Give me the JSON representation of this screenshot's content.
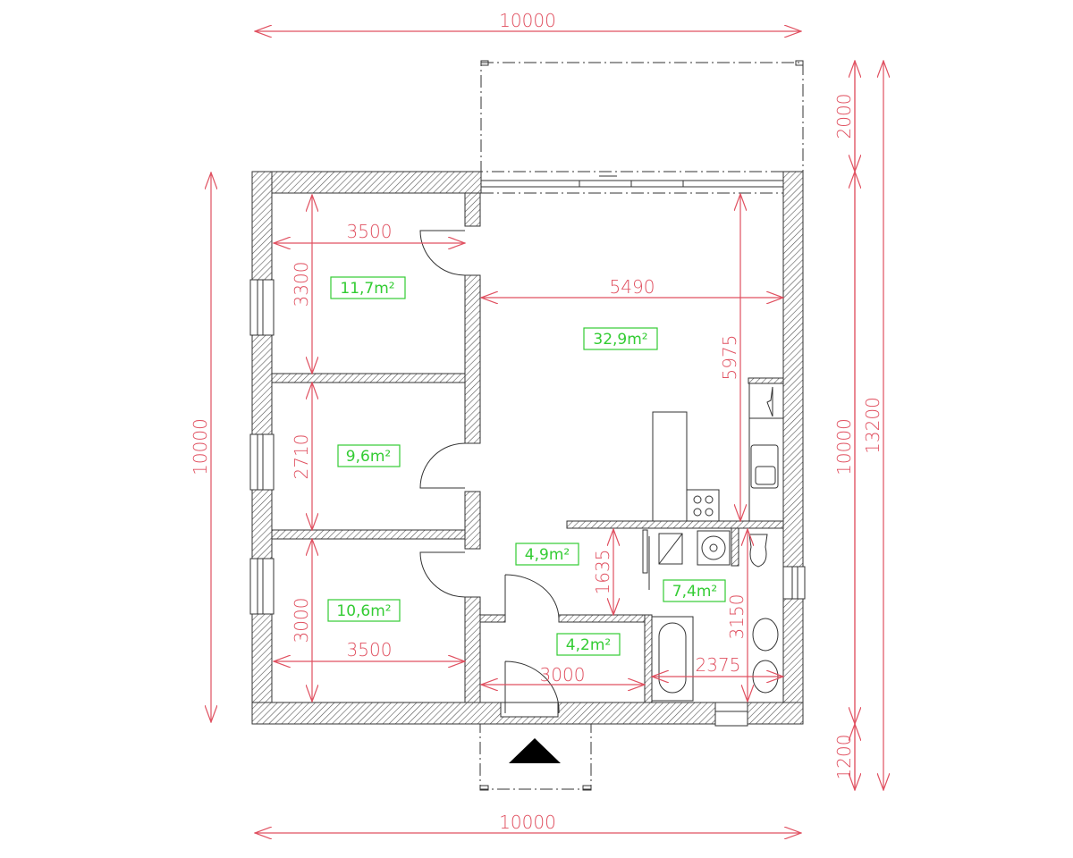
{
  "colors": {
    "dimension": "#e05060",
    "area_label": "#33cc33",
    "wall": "#333333",
    "background": "#ffffff"
  },
  "overall_dimensions": {
    "top_width": "10000",
    "bottom_width": "10000",
    "left_height": "10000",
    "right_terrace": "2000",
    "right_house": "10000",
    "right_porch": "1200",
    "right_total": "13200"
  },
  "rooms": [
    {
      "id": "bedroom-1",
      "area": "11,7m²",
      "width": "3500",
      "height": "3300"
    },
    {
      "id": "bedroom-2",
      "area": "9,6m²",
      "height": "2710"
    },
    {
      "id": "bedroom-3",
      "area": "10,6m²",
      "width": "3500",
      "height": "3000"
    },
    {
      "id": "living-kitchen",
      "area": "32,9m²",
      "width": "5490",
      "height": "5975"
    },
    {
      "id": "hallway",
      "area": "4,9m²",
      "height": "1635"
    },
    {
      "id": "entrance",
      "area": "4,2m²",
      "width": "3000"
    },
    {
      "id": "bathroom",
      "area": "7,4m²",
      "width": "2375",
      "height": "3150"
    }
  ],
  "symbols": {
    "entrance_marker": "entrance-arrow-icon"
  }
}
